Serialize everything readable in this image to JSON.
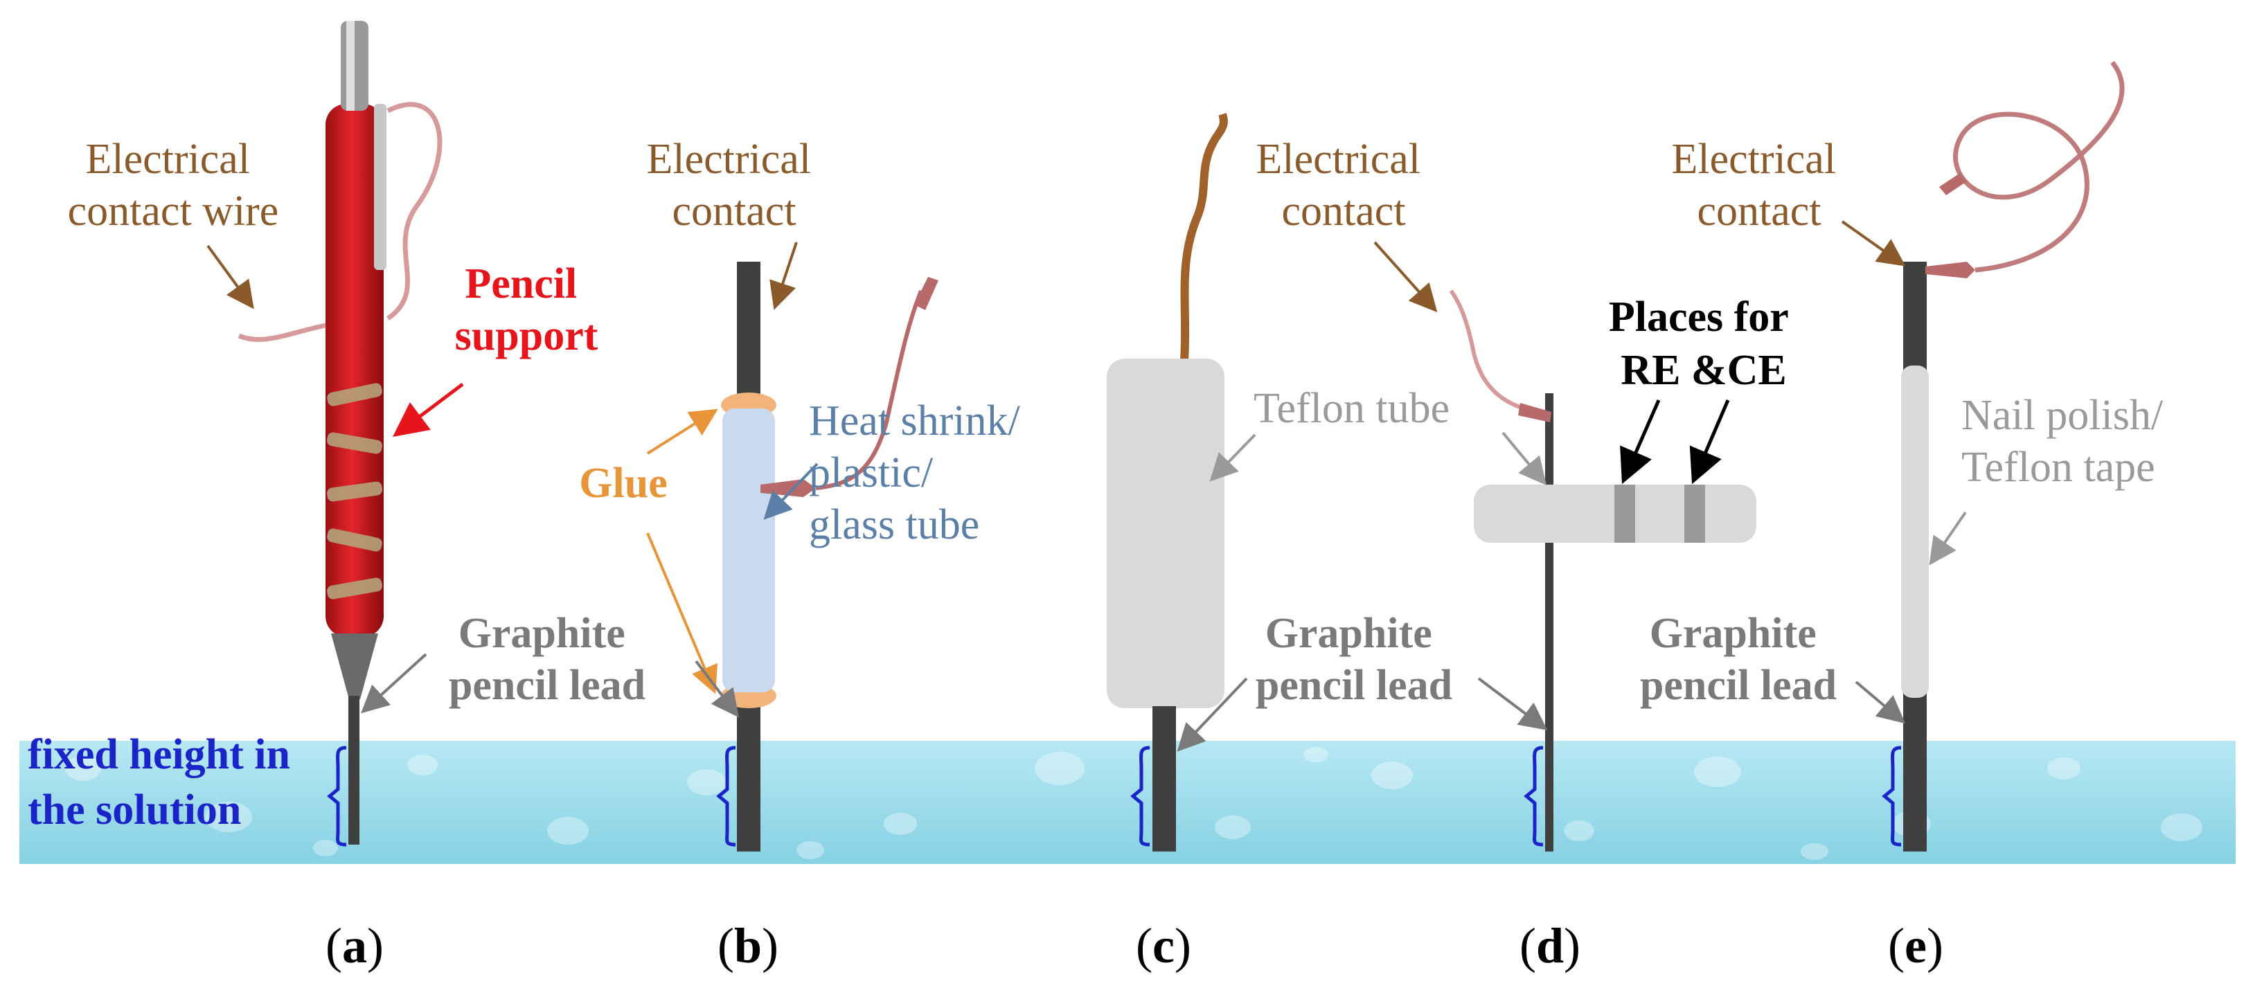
{
  "colors": {
    "brown": "#8a5a2b",
    "red": "#e8141c",
    "orange": "#e8953a",
    "slate_blue": "#5b7fa6",
    "gray_text": "#7a7a7a",
    "light_gray_text": "#9a9a9a",
    "navy": "#1a24c8",
    "graphite": "#404040",
    "water": "#9fdceb",
    "tube_blue": "#c9d9ee",
    "teflon_gray": "#d9d9d9",
    "wire": "#b86a6a"
  },
  "panel_a": {
    "label_electrical_contact_wire": [
      "Electrical",
      "contact wire"
    ],
    "label_pencil_support": [
      "Pencil",
      "support"
    ],
    "label_graphite": [
      "Graphite",
      "pencil lead"
    ],
    "label_fixed_height": [
      "fixed height in",
      "the solution"
    ],
    "tag": [
      "(",
      "a",
      ")"
    ]
  },
  "panel_b": {
    "label_electrical_contact": [
      "Electrical",
      "contact"
    ],
    "label_glue": "Glue",
    "label_tube": [
      "Heat shrink/",
      "plastic/",
      "glass tube"
    ],
    "tag": [
      "(",
      "b",
      ")"
    ]
  },
  "panel_c": {
    "label_electrical_contact": [
      "Electrical",
      "contact"
    ],
    "label_teflon_tube": "Teflon tube",
    "label_graphite": [
      "Graphite",
      "pencil lead"
    ],
    "tag": [
      "(",
      "c",
      ")"
    ]
  },
  "panel_d": {
    "label_places": [
      "Places for",
      "RE &CE"
    ],
    "label_graphite": [
      "Graphite",
      "pencil lead"
    ],
    "tag": [
      "(",
      "d",
      ")"
    ]
  },
  "panel_e": {
    "label_electrical_contact": [
      "Electrical",
      "contact"
    ],
    "label_coating": [
      "Nail polish/",
      "Teflon tape"
    ],
    "tag": [
      "(",
      "e",
      ")"
    ]
  }
}
